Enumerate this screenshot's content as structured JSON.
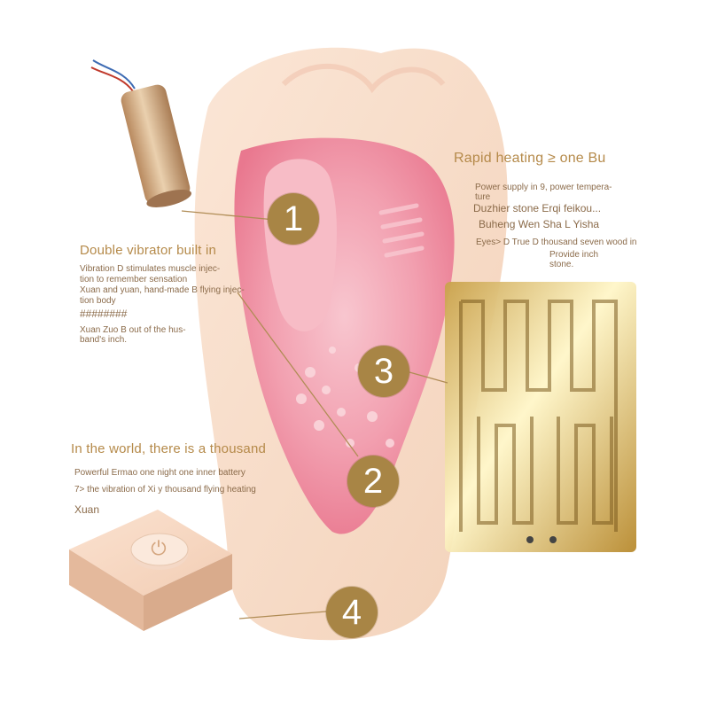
{
  "colors": {
    "accent_gold": "#a88545",
    "heading_text": "#b58a4a",
    "body_text": "#8b6b4a",
    "skin": "#f7ddc7",
    "interior_pink": "#f2a0b0",
    "copper": "#c9a373"
  },
  "markers": [
    "1",
    "2",
    "3",
    "4"
  ],
  "sections": {
    "heating": {
      "title": "Rapid heating ≥ one Bu",
      "lines": [
        "Power supply in 9, power tempera-",
        "ture",
        "Duzhier stone Erqi feikou...",
        "Buheng Wen Sha L Yisha",
        "Eyes> D True D thousand seven wood in",
        "Provide inch",
        "stone."
      ]
    },
    "vibrator": {
      "title": "Double vibrator built in",
      "lines": [
        "Vibration D stimulates muscle injec-",
        "tion to remember sensation",
        "Xuan and yuan, hand-made B flying injec-",
        "tion body",
        "########",
        "Xuan Zuo B out of the hus-",
        "band's inch."
      ]
    },
    "world": {
      "title": "In the world, there is a thousand",
      "lines": [
        "Powerful Ermao one night one inner battery",
        "7> the vibration of Xi y thousand flying heating",
        "Xuan"
      ]
    }
  },
  "icons": {
    "power": "power-icon",
    "motor": "vibrator-motor-icon",
    "heater": "heating-element-icon",
    "battery_box": "battery-box-icon"
  }
}
